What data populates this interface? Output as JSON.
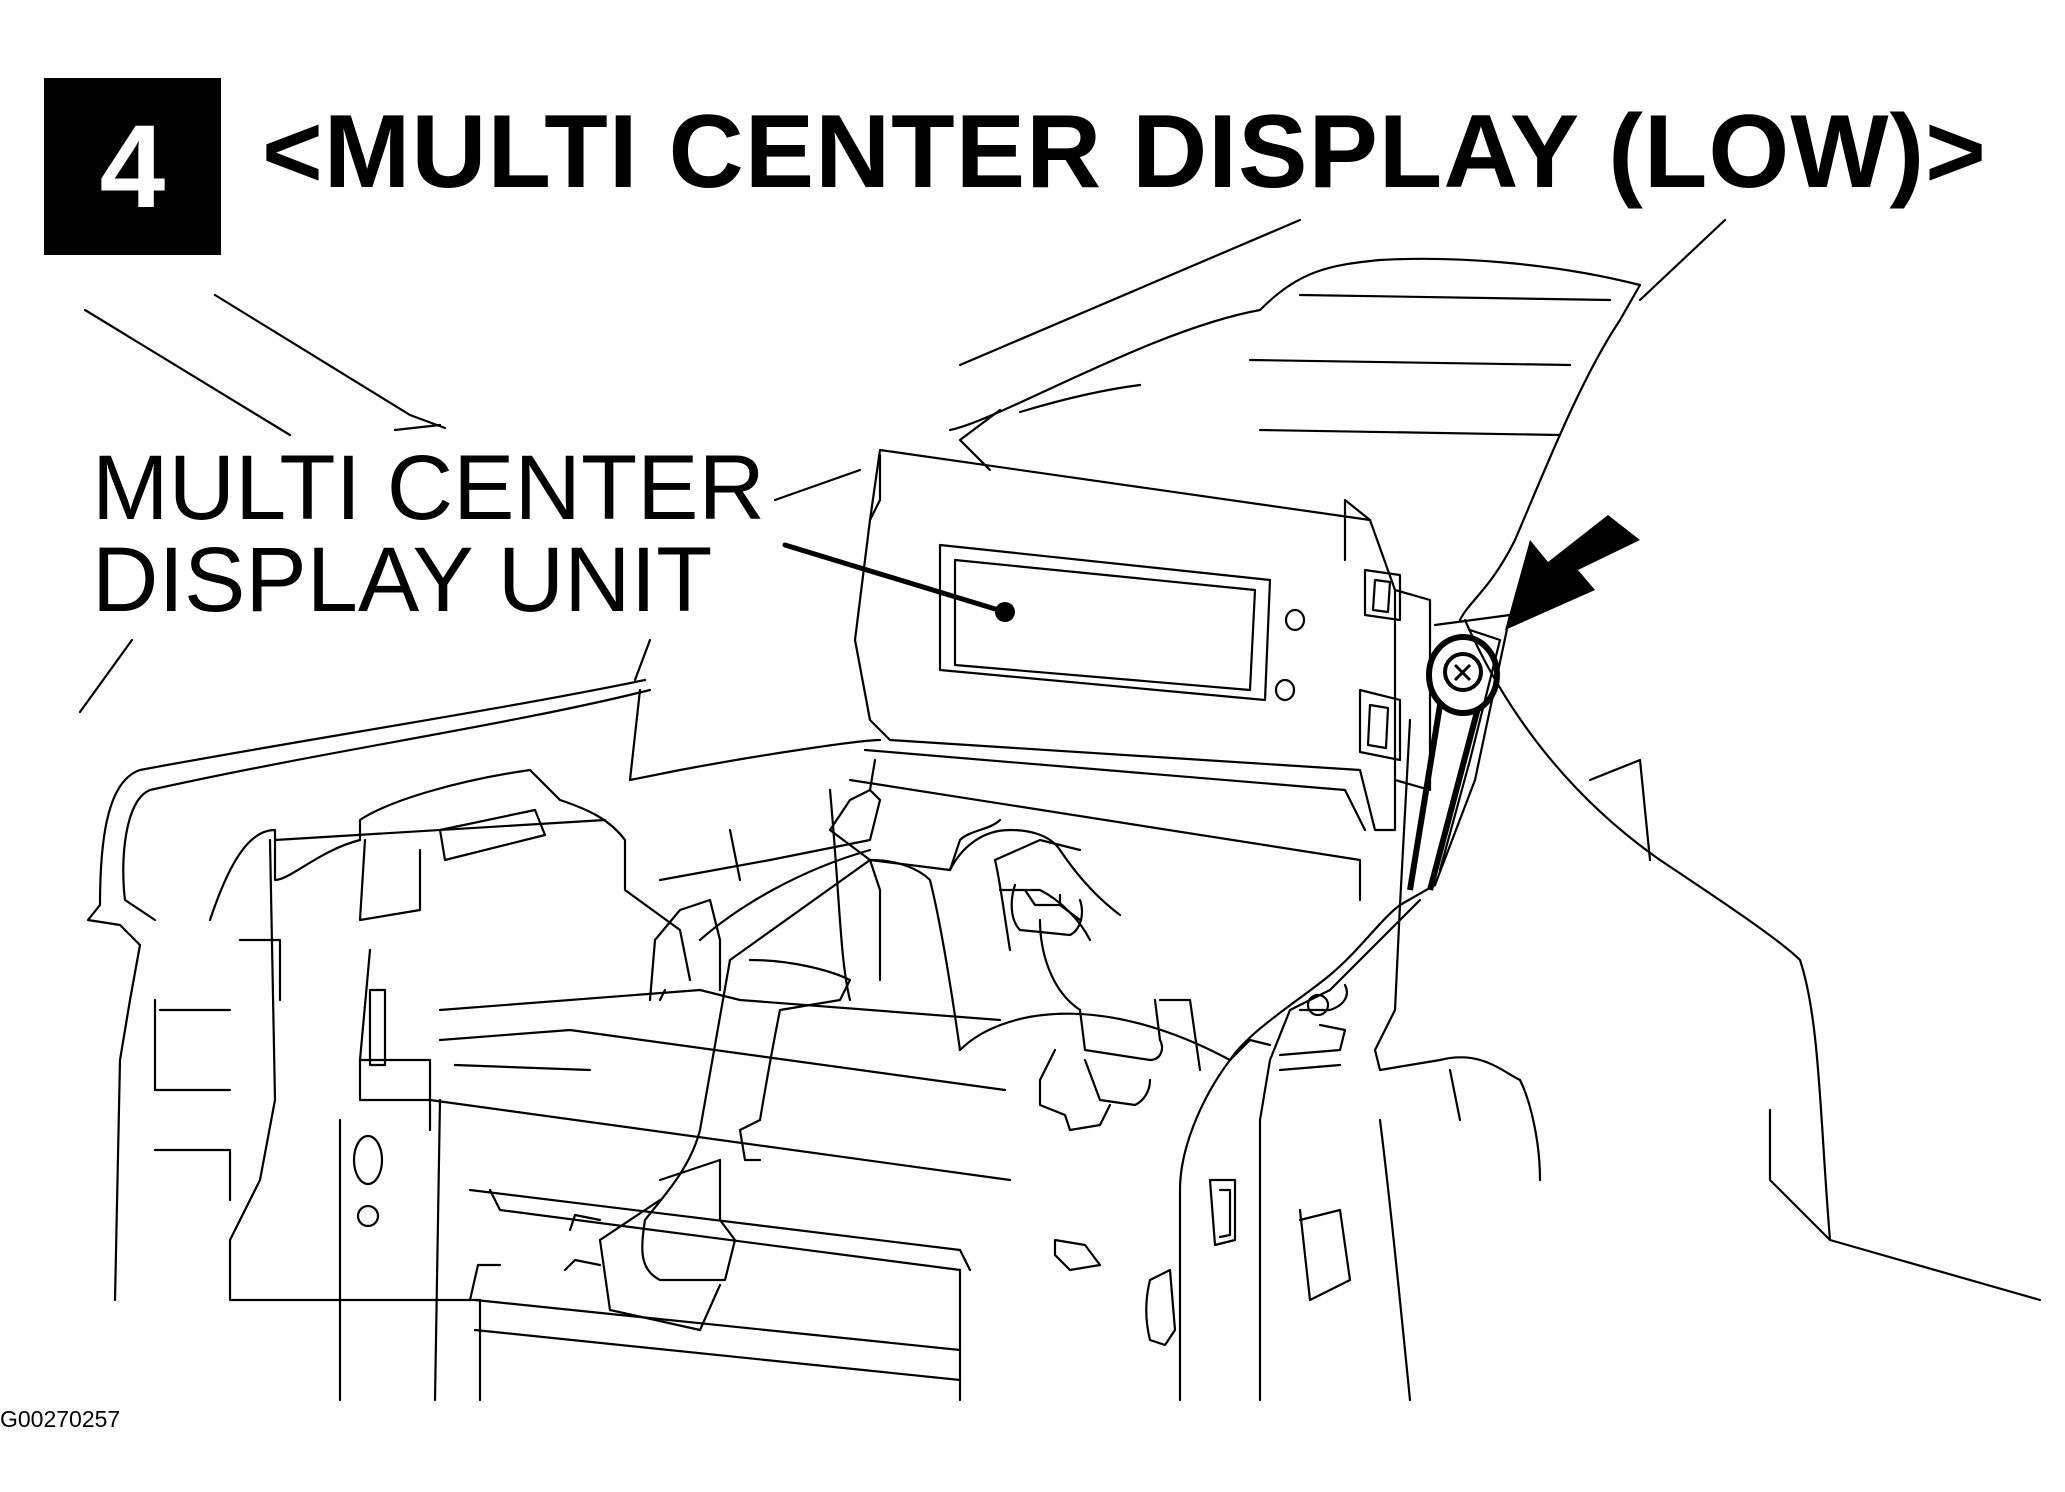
{
  "step_number": "4",
  "title": "<MULTI CENTER DISPLAY (LOW)>",
  "callout": {
    "line1": "MULTI CENTER",
    "line2": "DISPLAY UNIT"
  },
  "figure_code": "G00270257",
  "icons": [
    "arrow-icon",
    "bolt-icon"
  ]
}
